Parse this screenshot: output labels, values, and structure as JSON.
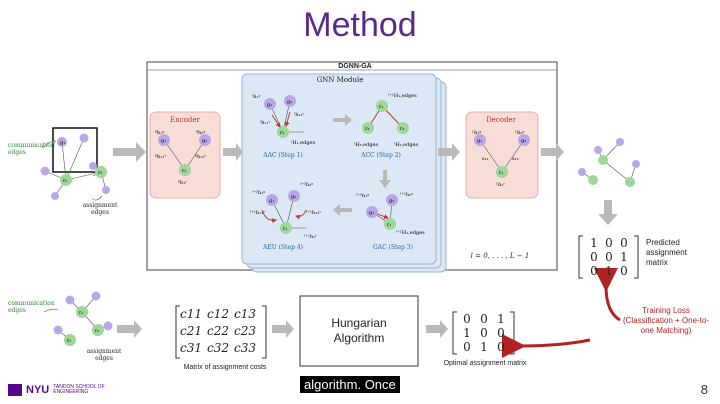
{
  "slide": {
    "title": "Method",
    "page_number": "8",
    "caption": "algorithm. Once"
  },
  "logo": {
    "name": "NYU",
    "school": "TANDON SCHOOL OF ENGINEERING"
  },
  "dgnn": {
    "title": "DGNN-GA",
    "encoder_label": "Encoder",
    "decoder_label": "Decoder",
    "gnn_module_label": "GNN Module",
    "steps": {
      "aac": "AAC (Step 1)",
      "acc": "ACC (Step 2)",
      "gac": "GAC (Step 3)",
      "aeu": "AEU (Step 4)"
    },
    "layer_range": "l = 0, . . . , L − 1"
  },
  "graph": {
    "communication_edges": "communication edges",
    "assignment_edges": "assignment edges",
    "nodes": [
      "g1",
      "g2",
      "g3",
      "r1",
      "r2",
      "r3"
    ]
  },
  "right_side": {
    "predicted_label": "Predicted assignment matrix",
    "predicted_matrix": [
      [
        "1",
        "0",
        "0"
      ],
      [
        "0",
        "0",
        "1"
      ],
      [
        "0",
        "1",
        "0"
      ]
    ],
    "training_loss": "Training Loss (Classification + One-to-one Matching)"
  },
  "bottom_row": {
    "cost_matrix": [
      [
        "c11",
        "c12",
        "c13"
      ],
      [
        "c21",
        "c22",
        "c23"
      ],
      [
        "c31",
        "c32",
        "c33"
      ]
    ],
    "cost_caption": "Matrix of assignment costs",
    "hungarian_line1": "Hungarian",
    "hungarian_line2": "Algorithm",
    "optimal_matrix": [
      [
        "0",
        "0",
        "1"
      ],
      [
        "1",
        "0",
        "0"
      ],
      [
        "0",
        "1",
        "0"
      ]
    ],
    "optimal_caption": "Optimal assignment matrix"
  },
  "colors": {
    "title": "#5b2a86",
    "gnn_fill": "#dce8f5",
    "encoder_fill": "#f8dcd6",
    "g_node": "#b8a9e6",
    "r_node": "#9fd69a",
    "loss_red": "#b22222"
  }
}
